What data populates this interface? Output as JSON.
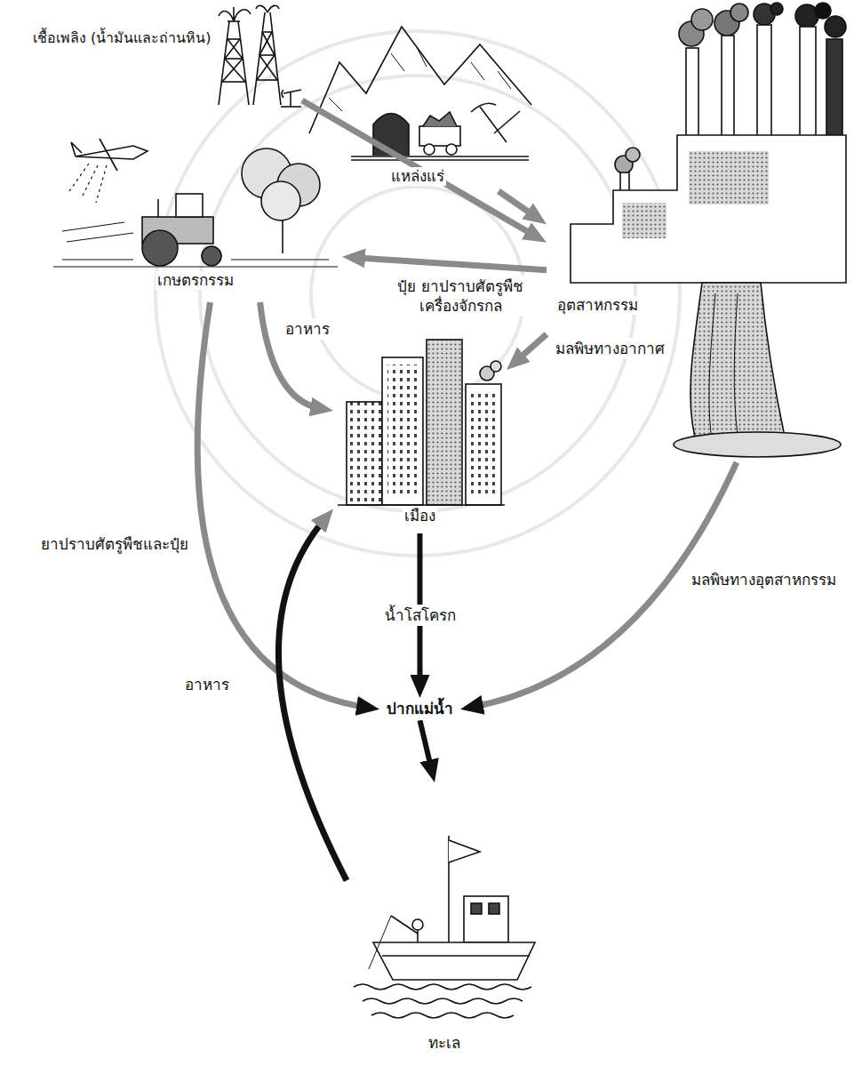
{
  "diagram": {
    "nodes": [
      {
        "text": [
          "เชื้อเพลิง (น้ำมันและถ่านหิน)"
        ]
      },
      {
        "text": [
          "แหล่งแร่"
        ]
      },
      {
        "text": [
          "เกษตรกรรม"
        ]
      },
      {
        "text": [
          "อุตสาหกรรม"
        ]
      },
      {
        "text": [
          "เมือง"
        ]
      },
      {
        "text": [
          "ปากแม่น้ำ"
        ]
      },
      {
        "text": [
          "ทะเล"
        ]
      }
    ],
    "edges": [
      {
        "from": 0,
        "to": 3,
        "arrow": "to"
      },
      {
        "from": 1,
        "to": 3,
        "arrow": "to"
      },
      {
        "from": 3,
        "to": 2,
        "label": "ปุ๋ย ยาปราบศัตรูพืช เครื่องจักรกล",
        "arrow": "to"
      },
      {
        "from": 3,
        "to": 4,
        "label": "มลพิษทางอากาศ",
        "arrow": "to"
      },
      {
        "from": 2,
        "to": 4,
        "label": "อาหาร",
        "arrow": "to"
      },
      {
        "from": 4,
        "to": 5,
        "label": "น้ำโสโครก",
        "arrow": "to"
      },
      {
        "from": 2,
        "to": 5,
        "label": "ยาปราบศัตรูพืชและปุ๋ย",
        "arrow": "to"
      },
      {
        "from": 3,
        "to": 5,
        "label": "มลพิษทางอุตสาหกรรม",
        "arrow": "to"
      },
      {
        "from": 5,
        "to": 6,
        "arrow": "to"
      },
      {
        "from": 6,
        "to": 4,
        "label": "อาหาร",
        "arrow": "to"
      }
    ]
  }
}
